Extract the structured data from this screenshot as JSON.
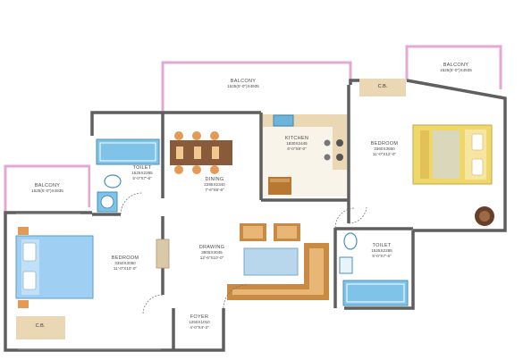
{
  "rooms": {
    "balcony_top": {
      "title": "BALCONY",
      "size": "1525(5'-0\")X4935"
    },
    "balcony_right": {
      "title": "BALCONY",
      "size": "1525(5'-0\")X4935"
    },
    "balcony_left": {
      "title": "BALCONY",
      "size": "1525(5'-0\")X4935"
    },
    "kitchen": {
      "title": "KITCHEN",
      "size": "1830X2445",
      "size2": "6'-0\"X8'-0\""
    },
    "dining": {
      "title": "DINING",
      "size": "2285X2340",
      "size2": "7'-6\"X8'-6\""
    },
    "toilet_left": {
      "title": "TOILET",
      "size": "1525X2285",
      "size2": "5'-0\"X7'-6\""
    },
    "bedroom_right": {
      "title": "BEDROOM",
      "size": "3360X3660",
      "size2": "11'-0\"X12'-0\""
    },
    "bedroom_left": {
      "title": "BEDROOM",
      "size": "3350X3050",
      "size2": "11'-0\"X10'-0\""
    },
    "drawing": {
      "title": "DRAWING",
      "size": "3805X3045",
      "size2": "12'-6\"X10'-0\""
    },
    "toilet_right": {
      "title": "TOILET",
      "size": "1525X2285",
      "size2": "5'-0\"X7'-6\""
    },
    "foyer": {
      "title": "FOYER",
      "size": "1250X1010",
      "size2": "4'-0\"X4'-3\""
    }
  },
  "cupboards": {
    "top_right": "C.B.",
    "bottom_left": "C.B."
  },
  "colors": {
    "wall": "#5f5f5f",
    "balcony_wall": "#e3a9d4",
    "floor_tile": "#d3ac6c",
    "tile_blue": "#7fc3e8",
    "bed_blue": "#9fcff2",
    "bed_yellow": "#f0d76b",
    "cupboard": "#ead8b4",
    "wood": "#c98a43",
    "chair": "#e29a55"
  }
}
